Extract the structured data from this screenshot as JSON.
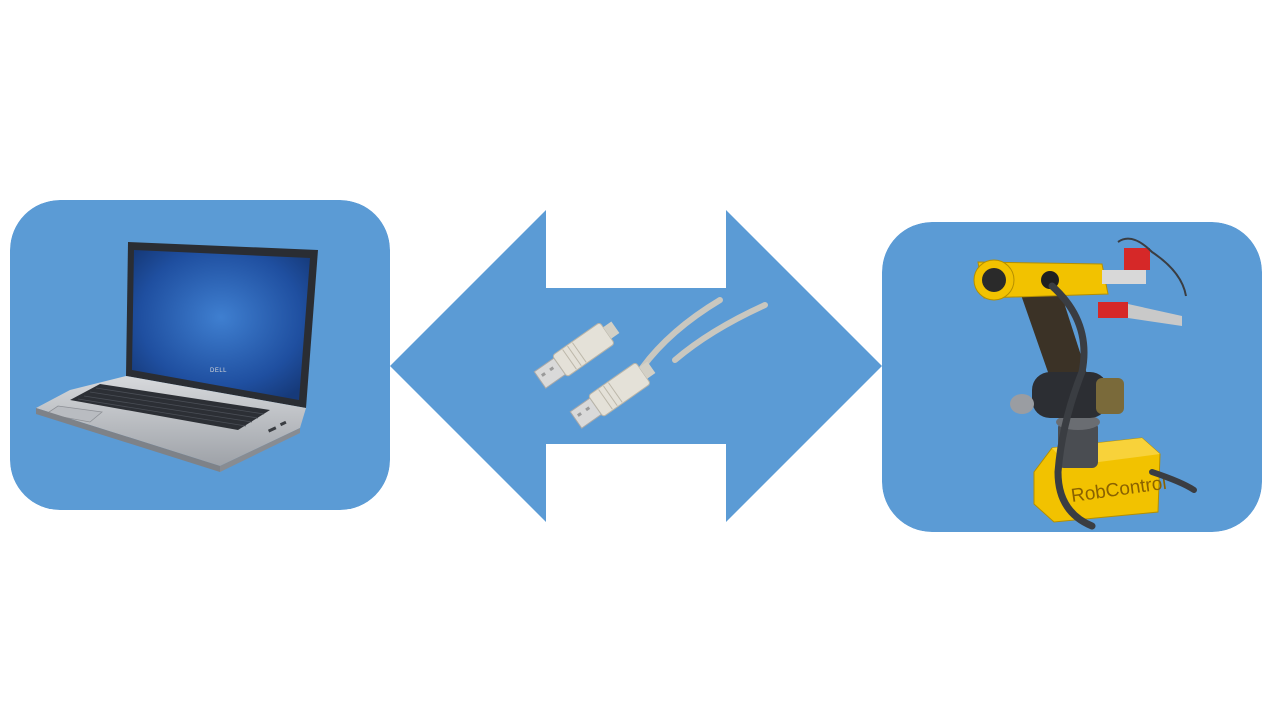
{
  "diagram": {
    "colors": {
      "panel_fill": "#5b9bd5",
      "arrow_fill": "#5b9bd5",
      "background": "#ffffff"
    },
    "left_panel": {
      "image": "laptop",
      "logo_text": "DELL"
    },
    "connector": {
      "shape": "double-headed-arrow",
      "image": "usb-a-to-usb-a-cable"
    },
    "right_panel": {
      "image": "robotic-arm",
      "brand_text": "RobControl"
    }
  }
}
